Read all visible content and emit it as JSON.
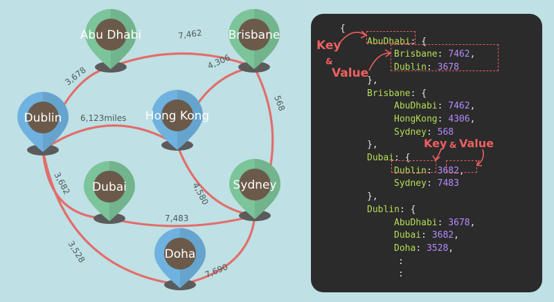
{
  "colors": {
    "background": "#bfe0e4",
    "edge": "#e26d6a",
    "pin_green": "#7cc49a",
    "pin_blue": "#6fb2e0",
    "pin_core": "#6b5a4a",
    "panel": "#2b2b2b",
    "key": "#b5de55",
    "value": "#b58cff",
    "annotation": "#f06060"
  },
  "graph": {
    "nodes": [
      {
        "id": "abudhabi",
        "label": "Abu Dhabi",
        "color": "green"
      },
      {
        "id": "brisbane",
        "label": "Brisbane",
        "color": "green"
      },
      {
        "id": "dublin",
        "label": "Dublin",
        "color": "blue"
      },
      {
        "id": "hongkong",
        "label": "Hong Kong",
        "color": "blue"
      },
      {
        "id": "dubai",
        "label": "Dubai",
        "color": "green"
      },
      {
        "id": "sydney",
        "label": "Sydney",
        "color": "green"
      },
      {
        "id": "doha",
        "label": "Doha",
        "color": "blue"
      }
    ],
    "edges": [
      {
        "from": "abudhabi",
        "to": "brisbane",
        "label": "7,462"
      },
      {
        "from": "abudhabi",
        "to": "dublin",
        "label": "3,678"
      },
      {
        "from": "brisbane",
        "to": "hongkong",
        "label": "4,306"
      },
      {
        "from": "brisbane",
        "to": "sydney",
        "label": "568"
      },
      {
        "from": "dublin",
        "to": "hongkong",
        "label": "6,123miles"
      },
      {
        "from": "dublin",
        "to": "dubai",
        "label": "3,682"
      },
      {
        "from": "dublin",
        "to": "doha",
        "label": "3,528"
      },
      {
        "from": "hongkong",
        "to": "sydney",
        "label": "4,580"
      },
      {
        "from": "dubai",
        "to": "sydney",
        "label": "7,483"
      },
      {
        "from": "doha",
        "to": "sydney",
        "label": "7,690"
      }
    ]
  },
  "code": {
    "lines": [
      [
        {
          "t": "{",
          "c": "p"
        }
      ],
      [
        {
          "t": "AbuDhabi",
          "c": "k"
        },
        {
          "t": ": {",
          "c": "p"
        }
      ],
      [
        {
          "t": "Brisbane",
          "c": "k"
        },
        {
          "t": ": ",
          "c": "p"
        },
        {
          "t": "7462",
          "c": "v"
        },
        {
          "t": ",",
          "c": "p"
        }
      ],
      [
        {
          "t": "Dublin",
          "c": "k"
        },
        {
          "t": ": ",
          "c": "p"
        },
        {
          "t": "3678",
          "c": "v"
        }
      ],
      [
        {
          "t": "},",
          "c": "p"
        }
      ],
      [
        {
          "t": "Brisbane",
          "c": "k"
        },
        {
          "t": ": {",
          "c": "p"
        }
      ],
      [
        {
          "t": "AbuDhabi",
          "c": "k"
        },
        {
          "t": ": ",
          "c": "p"
        },
        {
          "t": "7462",
          "c": "v"
        },
        {
          "t": ",",
          "c": "p"
        }
      ],
      [
        {
          "t": "HongKong",
          "c": "k"
        },
        {
          "t": ": ",
          "c": "p"
        },
        {
          "t": "4306",
          "c": "v"
        },
        {
          "t": ",",
          "c": "p"
        }
      ],
      [
        {
          "t": "Sydney",
          "c": "k"
        },
        {
          "t": ": ",
          "c": "p"
        },
        {
          "t": "568",
          "c": "v"
        }
      ],
      [
        {
          "t": "},",
          "c": "p"
        }
      ],
      [
        {
          "t": "Dubai",
          "c": "k"
        },
        {
          "t": ": {",
          "c": "p"
        }
      ],
      [
        {
          "t": "Dublin",
          "c": "k"
        },
        {
          "t": ": ",
          "c": "p"
        },
        {
          "t": "3682",
          "c": "v"
        },
        {
          "t": ",",
          "c": "p"
        }
      ],
      [
        {
          "t": "Sydney",
          "c": "k"
        },
        {
          "t": ": ",
          "c": "p"
        },
        {
          "t": "7483",
          "c": "v"
        }
      ],
      [
        {
          "t": "},",
          "c": "p"
        }
      ],
      [
        {
          "t": "Dublin",
          "c": "k"
        },
        {
          "t": ": {",
          "c": "p"
        }
      ],
      [
        {
          "t": "AbuDhabi",
          "c": "k"
        },
        {
          "t": ": ",
          "c": "p"
        },
        {
          "t": "3678",
          "c": "v"
        },
        {
          "t": ",",
          "c": "p"
        }
      ],
      [
        {
          "t": "Dubai",
          "c": "k"
        },
        {
          "t": ": ",
          "c": "p"
        },
        {
          "t": "3682",
          "c": "v"
        },
        {
          "t": ",",
          "c": "p"
        }
      ],
      [
        {
          "t": "Doha",
          "c": "k"
        },
        {
          "t": ": ",
          "c": "p"
        },
        {
          "t": "3528",
          "c": "v"
        },
        {
          "t": ",",
          "c": "p"
        }
      ],
      [
        {
          "t": ":",
          "c": "p"
        }
      ],
      [
        {
          "t": ":",
          "c": "p"
        }
      ]
    ]
  },
  "annotations": {
    "key": "Key",
    "amp1": "&",
    "value": "Value",
    "key2": "Key",
    "amp2": "&",
    "value2": "Value"
  }
}
